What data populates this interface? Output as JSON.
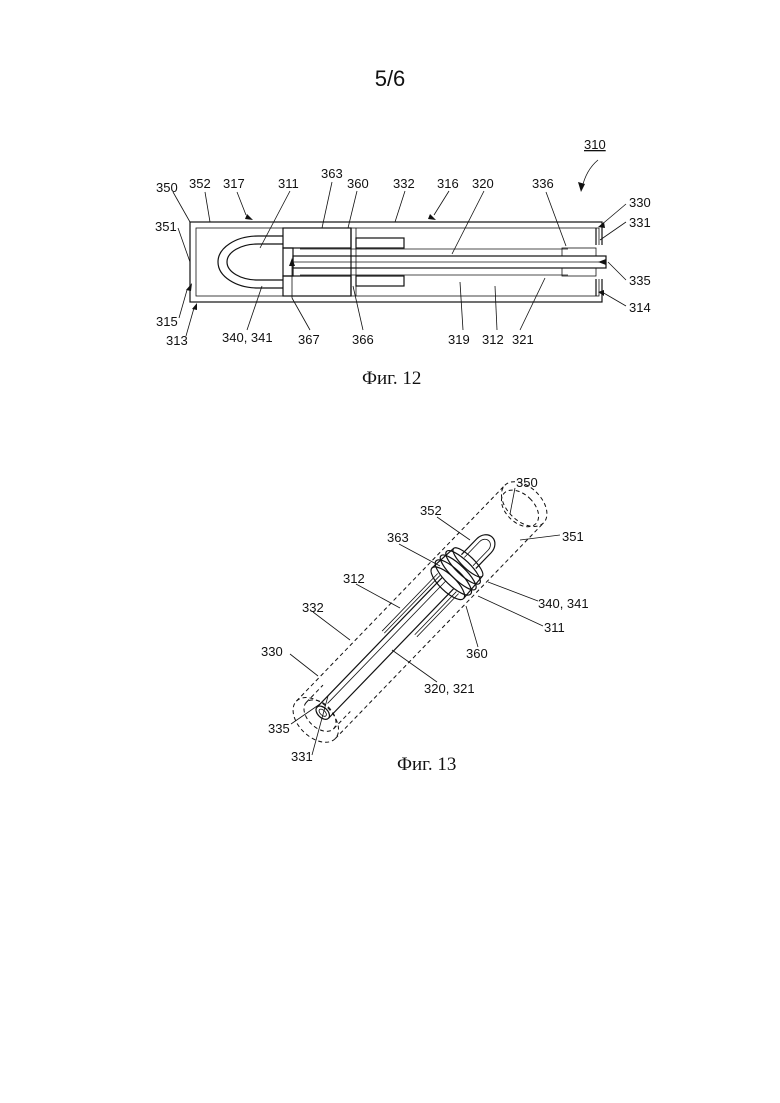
{
  "page_number": "5/6",
  "fig12": {
    "caption": "Фиг. 12",
    "ref_main": "310",
    "labels": {
      "l350": "350",
      "l352": "352",
      "l317": "317",
      "l311": "311",
      "l363": "363",
      "l360": "360",
      "l332": "332",
      "l316": "316",
      "l320": "320",
      "l336": "336",
      "l330": "330",
      "l331": "331",
      "l351": "351",
      "l335": "335",
      "l314": "314",
      "l315": "315",
      "l313": "313",
      "l340_341": "340, 341",
      "l367": "367",
      "l366": "366",
      "l319": "319",
      "l312": "312",
      "l321": "321"
    }
  },
  "fig13": {
    "caption": "Фиг. 13",
    "labels": {
      "l350": "350",
      "l352": "352",
      "l351": "351",
      "l363": "363",
      "l312": "312",
      "l340_341": "340, 341",
      "l332": "332",
      "l311": "311",
      "l360": "360",
      "l330": "330",
      "l320_321": "320, 321",
      "l335": "335",
      "l331": "331"
    }
  }
}
